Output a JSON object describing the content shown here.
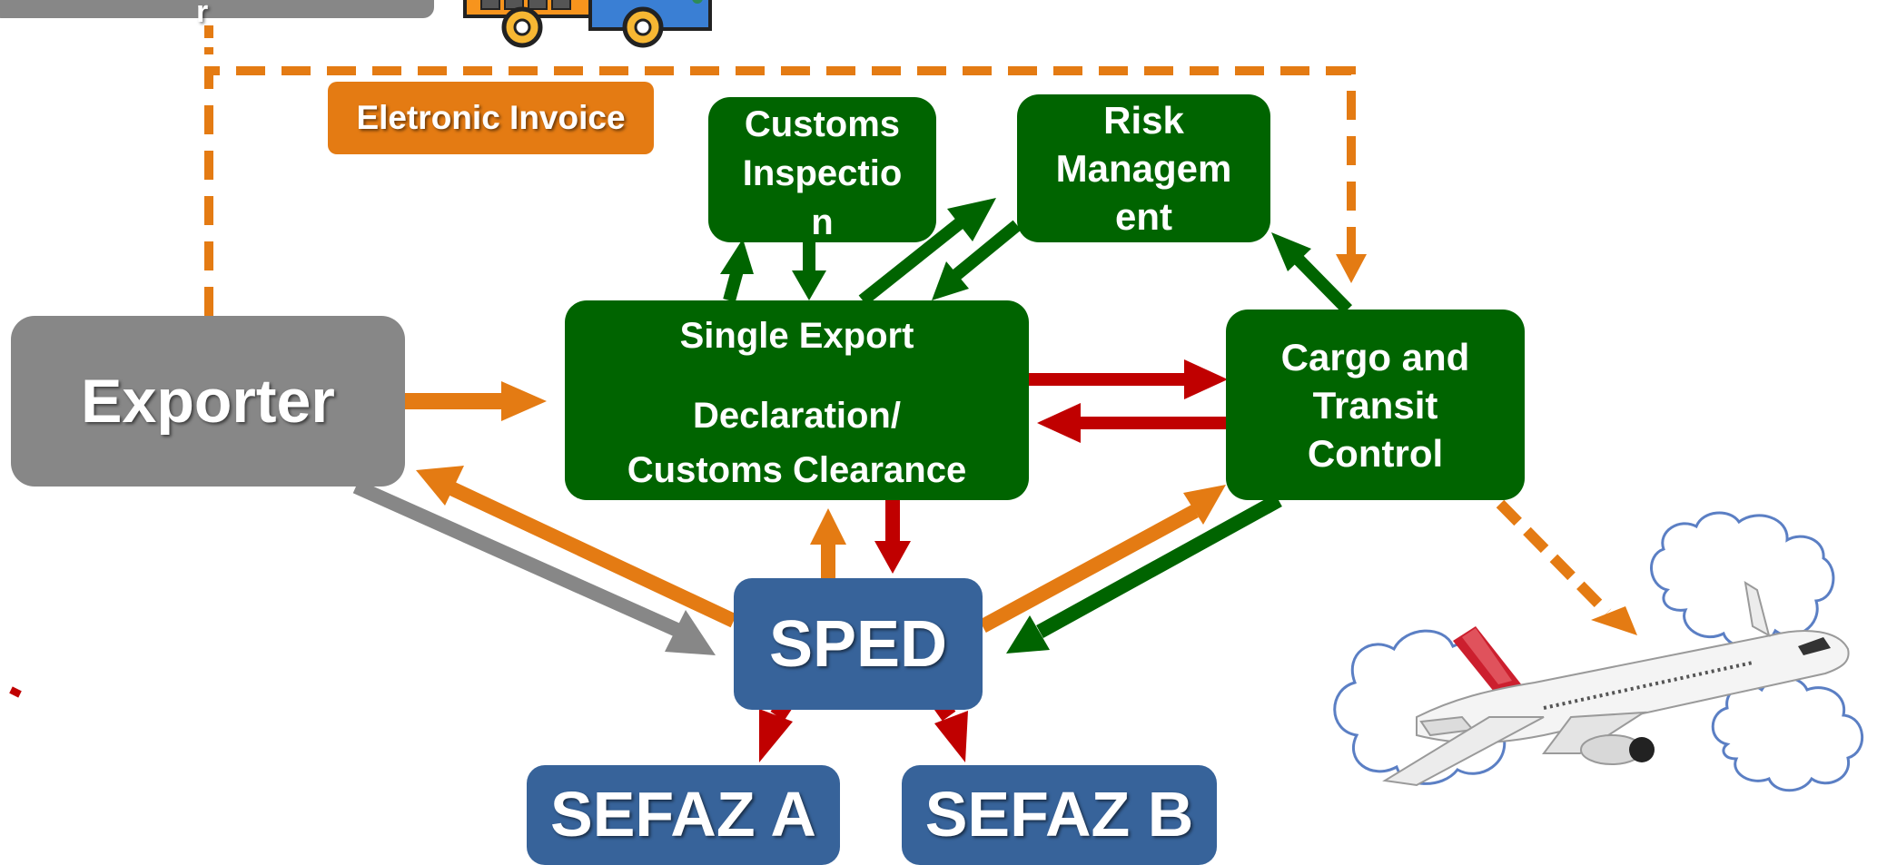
{
  "diagram": {
    "top_bar_text": "r",
    "nodes": {
      "exporter": "Exporter",
      "invoice": "Eletronic Invoice",
      "inspection": [
        "Customs",
        "Inspectio",
        "n"
      ],
      "risk": [
        "Risk",
        "Managem",
        "ent"
      ],
      "sed": [
        "Single Export",
        "Declaration/",
        "Customs Clearance"
      ],
      "cargo": [
        "Cargo and",
        "Transit",
        "Control"
      ],
      "sped": "SPED",
      "sefaz_a": "SEFAZ A",
      "sefaz_b": "SEFAZ B"
    },
    "colors": {
      "green": "#006400",
      "gray": "#878787",
      "blue": "#37639a",
      "orange": "#e47b13",
      "red": "#c00000"
    },
    "icons": [
      "truck-icon",
      "airplane-icon",
      "cloud-icon"
    ]
  }
}
